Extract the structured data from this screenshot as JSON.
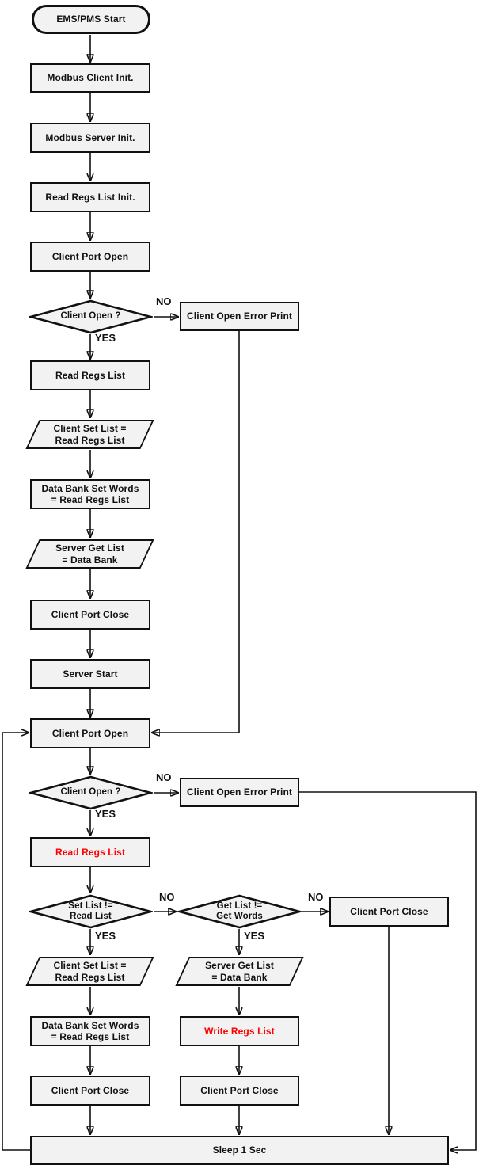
{
  "colors": {
    "node_fill": "#f2f2f2",
    "node_border": "#111111",
    "text": "#111111",
    "highlight_text": "#ff0000",
    "line": "#111111",
    "background": "#ffffff"
  },
  "edge_labels": {
    "yes": "YES",
    "no": "NO"
  },
  "nodes": {
    "start": {
      "label": "EMS/PMS Start"
    },
    "modbus_client_init": {
      "label": "Modbus Client Init."
    },
    "modbus_server_init": {
      "label": "Modbus Server Init."
    },
    "read_regs_list_init": {
      "label": "Read Regs List Init."
    },
    "client_port_open_1": {
      "label": "Client Port Open"
    },
    "client_open_q_1": {
      "label": "Client Open ?"
    },
    "client_open_error_1": {
      "label": "Client Open Error Print"
    },
    "read_regs_list_1": {
      "label": "Read Regs List"
    },
    "client_set_list_1": {
      "label": "Client Set List =\nRead Regs List"
    },
    "data_bank_set_words_1": {
      "label": "Data Bank Set Words\n= Read Regs List"
    },
    "server_get_list_1": {
      "label": "Server Get List\n= Data Bank"
    },
    "client_port_close_1": {
      "label": "Client Port Close"
    },
    "server_start": {
      "label": "Server Start"
    },
    "client_port_open_2": {
      "label": "Client Port Open"
    },
    "client_open_q_2": {
      "label": "Client Open ?"
    },
    "client_open_error_2": {
      "label": "Client Open Error Print"
    },
    "read_regs_list_2": {
      "label": "Read Regs List"
    },
    "set_list_q": {
      "label": "Set List !=\nRead List"
    },
    "get_list_q": {
      "label": "Get List !=\nGet Words"
    },
    "client_port_close_right": {
      "label": "Client Port Close"
    },
    "client_set_list_2": {
      "label": "Client Set List =\nRead Regs List"
    },
    "server_get_list_2": {
      "label": "Server Get List\n= Data Bank"
    },
    "data_bank_set_words_2": {
      "label": "Data Bank Set Words\n= Read Regs List"
    },
    "write_regs_list": {
      "label": "Write Regs List"
    },
    "client_port_close_left": {
      "label": "Client Port Close"
    },
    "client_port_close_mid": {
      "label": "Client Port Close"
    },
    "sleep": {
      "label": "Sleep 1 Sec"
    }
  }
}
